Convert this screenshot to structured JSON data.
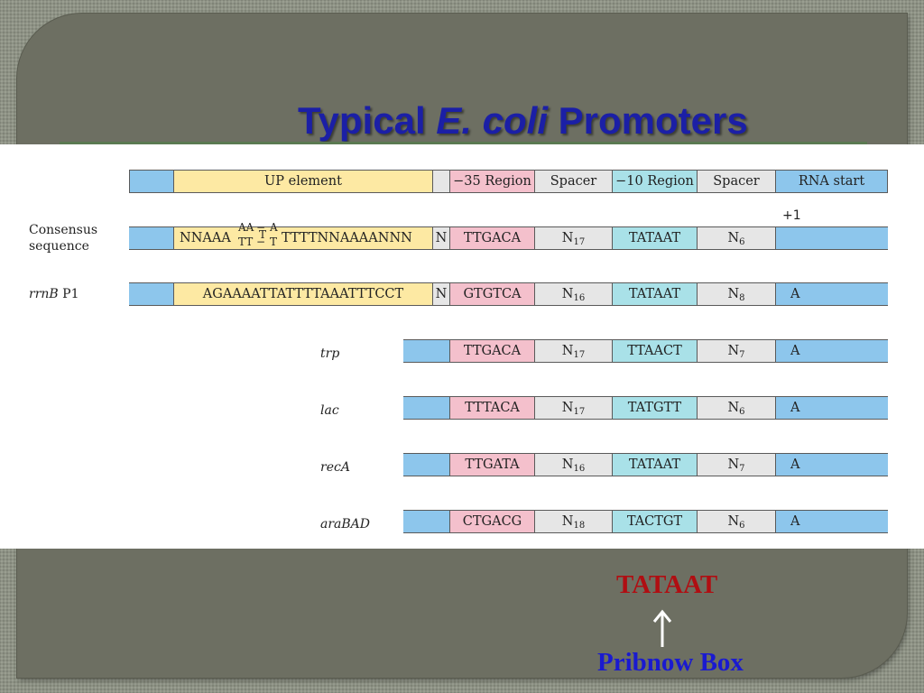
{
  "slide": {
    "title_part1": "Typical ",
    "title_italic": "E. coli",
    "title_part2": " Promoters"
  },
  "header": {
    "up_element": "UP element",
    "minus35": "−35 Region",
    "spacer1": "Spacer",
    "minus10": "−10 Region",
    "spacer2": "Spacer",
    "rna_start": "RNA start"
  },
  "plus_one": "+1",
  "consensus": {
    "label_line1": "Consensus",
    "label_line2": "sequence",
    "up_prefix": "NNAAA",
    "up_top1": "AA",
    "up_top2": "A",
    "up_bot1": "TT",
    "up_bot2": "T",
    "up_mid1": "T",
    "up_dash1": "−",
    "up_dash2": "−",
    "up_suffix": "TTTTNNAAAANNN",
    "n": "N",
    "minus35": "TTGACA",
    "spacer1_base": "N",
    "spacer1_sub": "17",
    "minus10": "TATAAT",
    "spacer2_base": "N",
    "spacer2_sub": "6",
    "start": ""
  },
  "rrnb": {
    "label_italic": "rrnB",
    "label_rest": " P1",
    "up": "AGAAAATTATTTTAAATTTCCT",
    "n": "N",
    "minus35": "GTGTCA",
    "spacer1_base": "N",
    "spacer1_sub": "16",
    "minus10": "TATAAT",
    "spacer2_base": "N",
    "spacer2_sub": "8",
    "start": "A"
  },
  "promoters": [
    {
      "name": "trp",
      "minus35": "TTGACA",
      "spacer1_base": "N",
      "spacer1_sub": "17",
      "minus10": "TTAACT",
      "spacer2_base": "N",
      "spacer2_sub": "7",
      "start": "A"
    },
    {
      "name": "lac",
      "minus35": "TTTACA",
      "spacer1_base": "N",
      "spacer1_sub": "17",
      "minus10": "TATGTT",
      "spacer2_base": "N",
      "spacer2_sub": "6",
      "start": "A"
    },
    {
      "name": "recA",
      "minus35": "TTGATA",
      "spacer1_base": "N",
      "spacer1_sub": "16",
      "minus10": "TATAAT",
      "spacer2_base": "N",
      "spacer2_sub": "7",
      "start": "A"
    },
    {
      "name": "araBAD",
      "minus35": "CTGACG",
      "spacer1_base": "N",
      "spacer1_sub": "18",
      "minus10": "TACTGT",
      "spacer2_base": "N",
      "spacer2_sub": "6",
      "start": "A"
    }
  ],
  "annotation": {
    "sequence": "TATAAT",
    "arrow": "↑",
    "label": "Pribnow Box"
  },
  "colors": {
    "title": "#1b1fa6",
    "tataat": "#b00e12",
    "pribnow": "#1a1ad0",
    "flank": "#8dc6ec",
    "up_element": "#fde9a3",
    "minus35": "#f4c0cc",
    "minus10": "#a9e1e8",
    "spacer": "#e6e6e6"
  }
}
